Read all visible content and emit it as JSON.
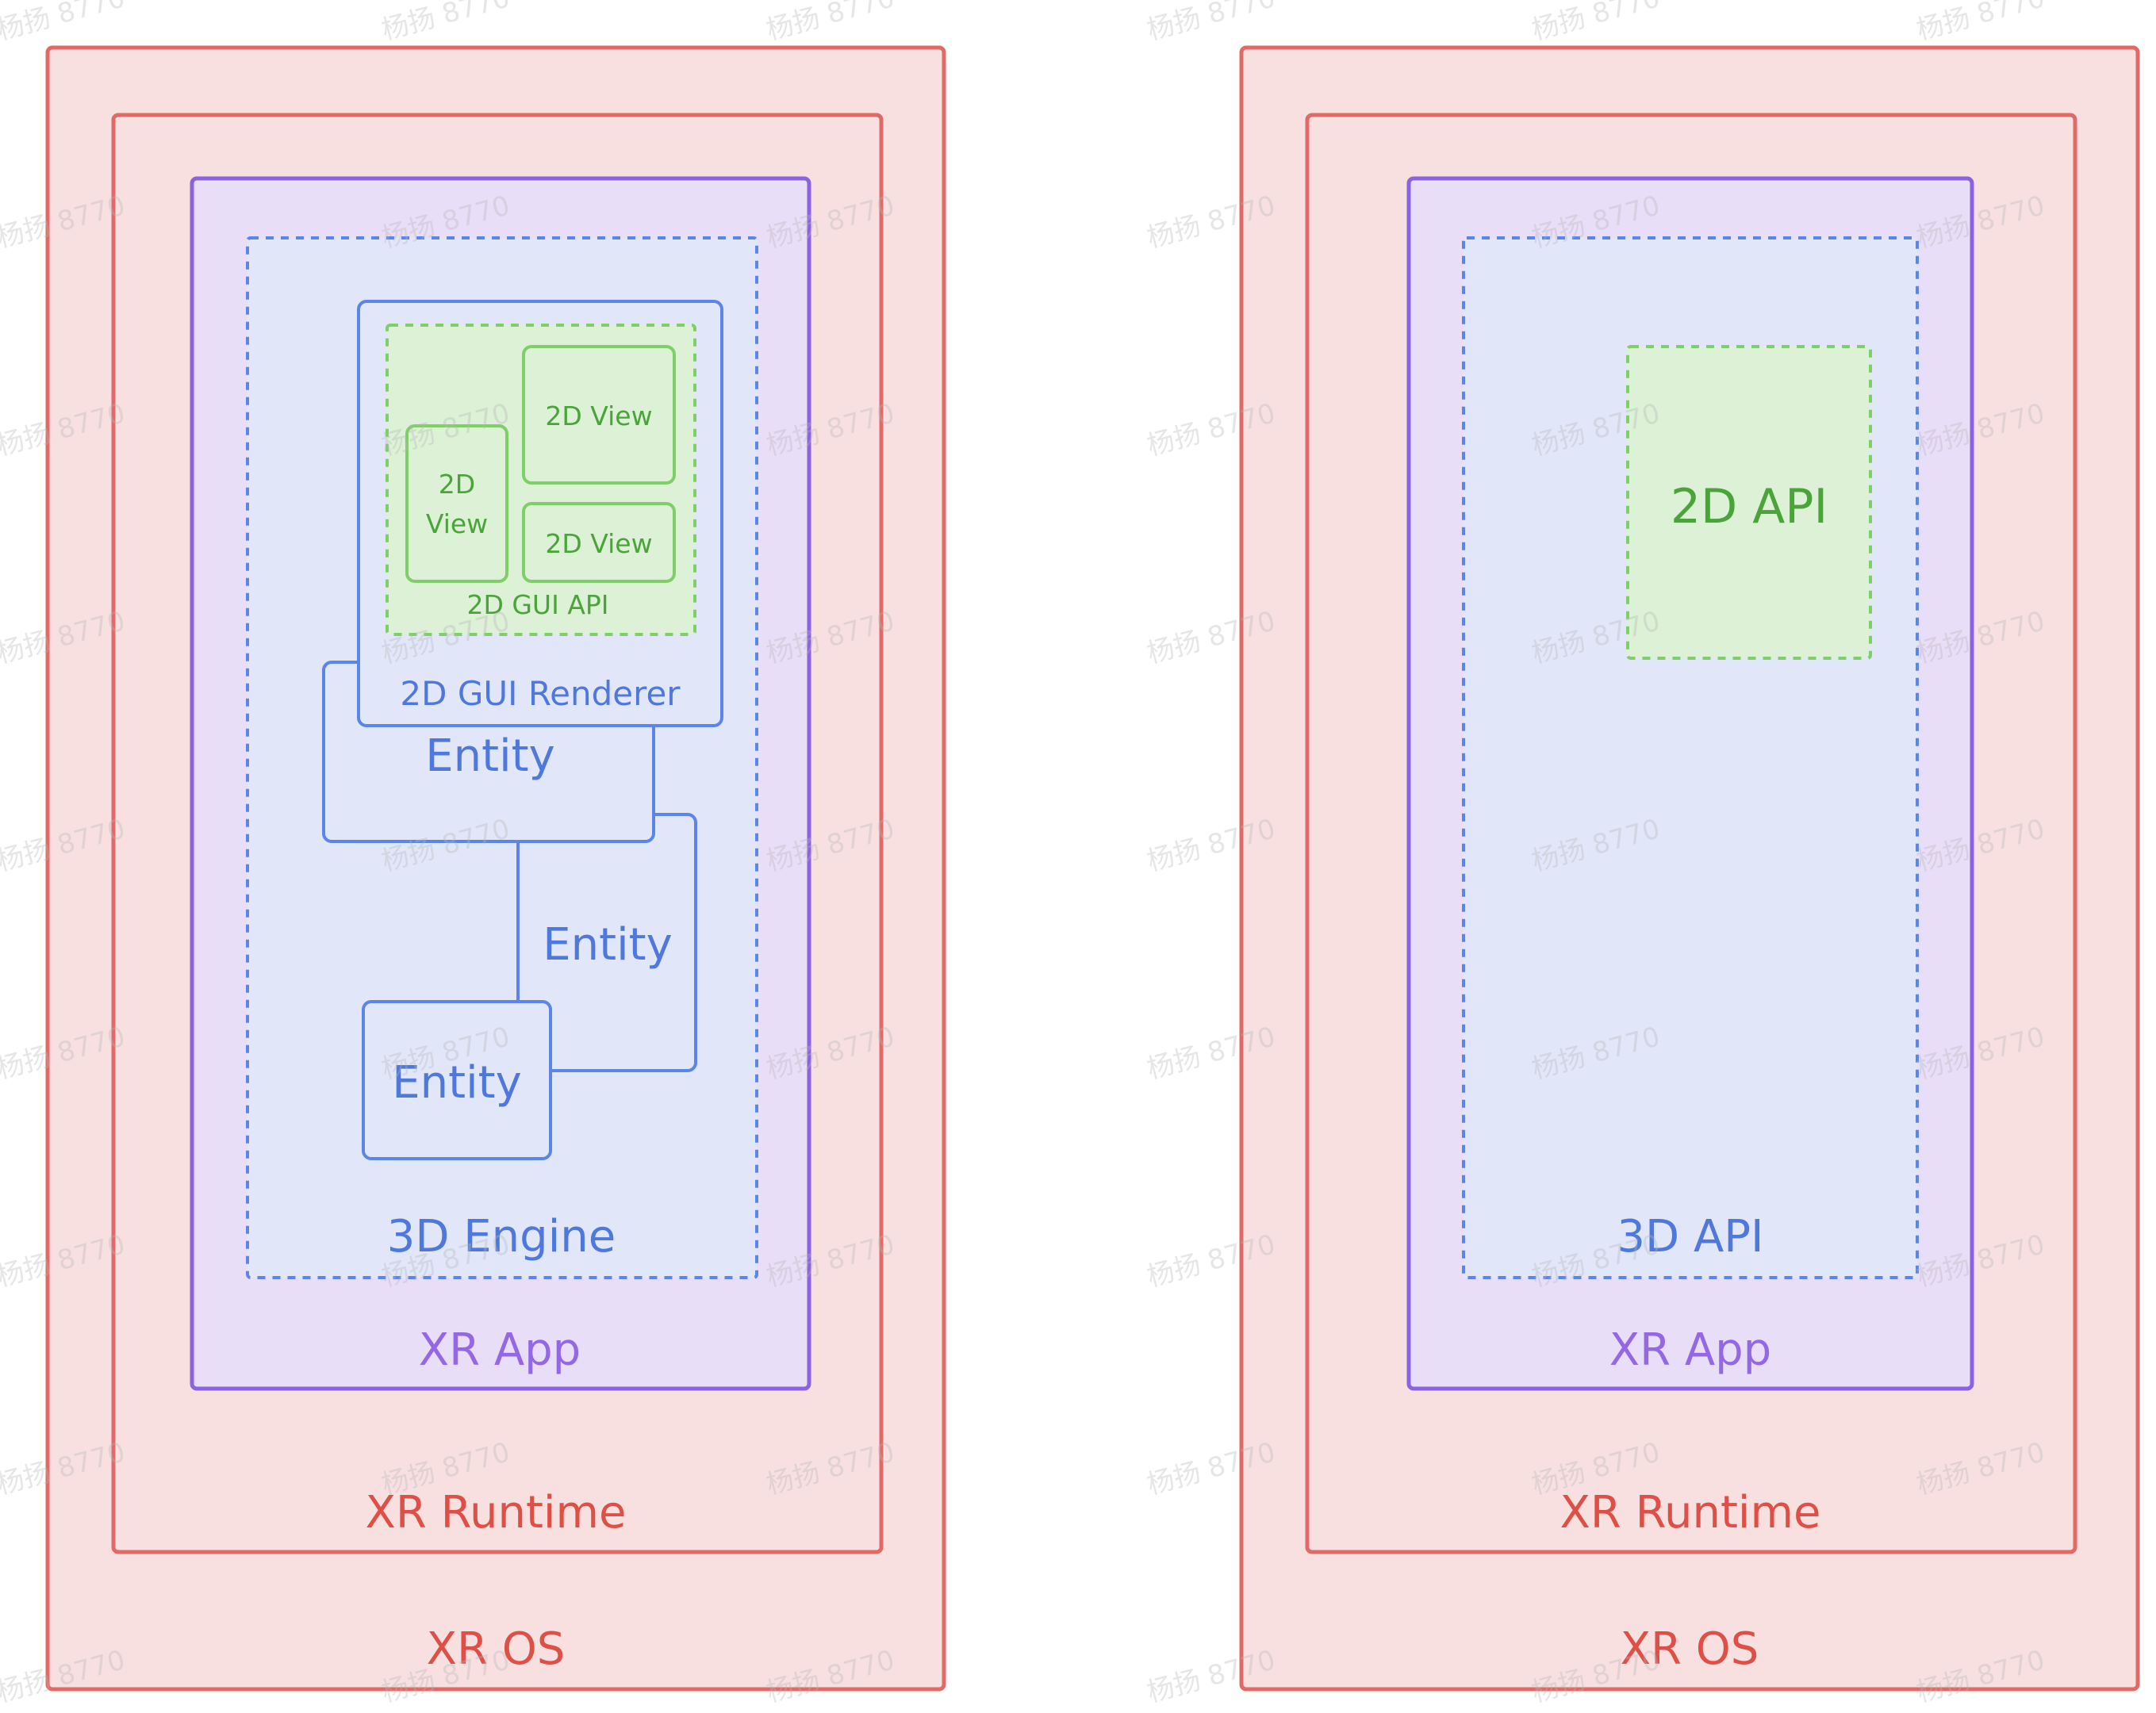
{
  "watermark": "杨扬 8770",
  "colors": {
    "os_fill": "#f8e0e0",
    "red": "#e06a66",
    "red_text": "#de4f46",
    "app_fill": "#e8def8",
    "purple": "#8a63e0",
    "purple_text": "#9467e4",
    "engine_fill": "#e1e7f9",
    "blue": "#5b86e8",
    "blue_text": "#4f78dd",
    "green_fill": "#dcf1d6",
    "green": "#7fcf68",
    "green_text": "#4aa43a"
  },
  "left": {
    "os_label": "XR OS",
    "runtime_label": "XR Runtime",
    "app_label": "XR App",
    "engine_label": "3D Engine",
    "entity_back_label": "Entity",
    "entity_mid_label": "Entity",
    "entity_front_label": "Entity",
    "gui_renderer_label": "2D GUI Renderer",
    "gui_api_label": "2D GUI API",
    "view_top_label": "2D View",
    "view_bottom_label": "2D View",
    "view_left_label_line1": "2D",
    "view_left_label_line2": "View"
  },
  "right": {
    "os_label": "XR OS",
    "runtime_label": "XR Runtime",
    "app_label": "XR App",
    "api3d_label": "3D API",
    "api2d_label": "2D API"
  }
}
